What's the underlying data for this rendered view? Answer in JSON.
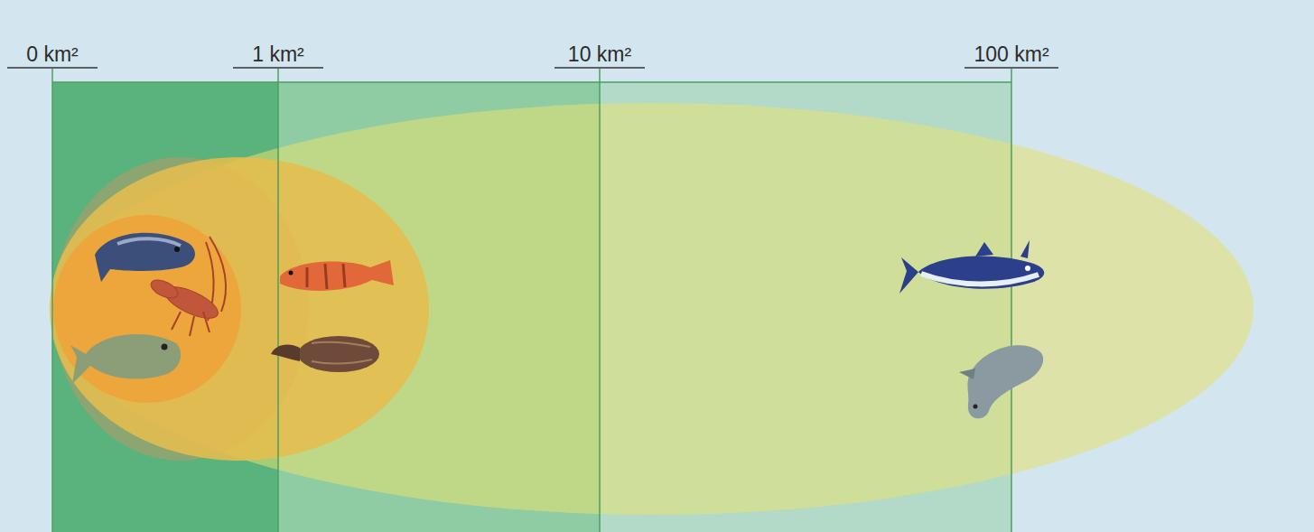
{
  "diagram": {
    "labels": [
      "0 km²",
      "1 km²",
      "10 km²",
      "100 km²"
    ]
  }
}
